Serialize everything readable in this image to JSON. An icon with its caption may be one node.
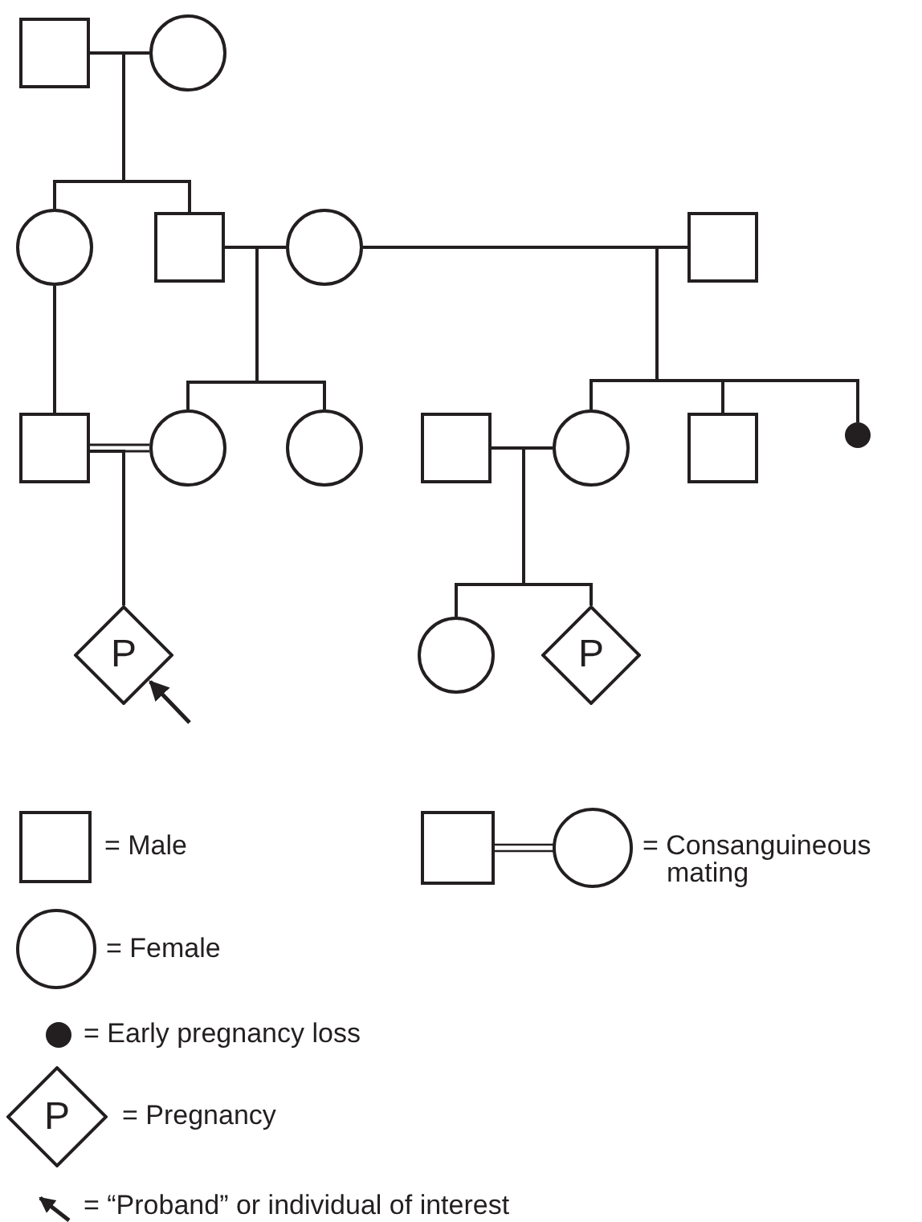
{
  "diagram": {
    "nodes": [
      {
        "text": [],
        "shape": "box"
      },
      {
        "text": [],
        "shape": "circle"
      },
      {
        "text": [],
        "shape": "circle"
      },
      {
        "text": [],
        "shape": "box"
      },
      {
        "text": [],
        "shape": "circle"
      },
      {
        "text": [],
        "shape": "box"
      },
      {
        "text": [],
        "shape": "box"
      },
      {
        "text": [],
        "shape": "circle"
      },
      {
        "text": [],
        "shape": "circle"
      },
      {
        "text": [],
        "shape": "box"
      },
      {
        "text": [],
        "shape": "circle"
      },
      {
        "text": [],
        "shape": "box"
      },
      {
        "text": [],
        "shape": "circle"
      },
      {
        "text": [
          "P"
        ]
      },
      {
        "text": [],
        "shape": "circle"
      },
      {
        "text": [
          "P"
        ]
      }
    ],
    "edges": [
      {
        "from": 0,
        "to": 1,
        "arrow": "none"
      },
      {
        "from": 0,
        "to": 2,
        "arrow": "none"
      },
      {
        "from": 0,
        "to": 3,
        "arrow": "none"
      },
      {
        "from": 3,
        "to": 4,
        "arrow": "none"
      },
      {
        "from": 4,
        "to": 5,
        "arrow": "none"
      },
      {
        "from": 3,
        "to": 7,
        "arrow": "none"
      },
      {
        "from": 3,
        "to": 8,
        "arrow": "none"
      },
      {
        "from": 2,
        "to": 6,
        "arrow": "none"
      },
      {
        "from": 4,
        "to": 10,
        "arrow": "none"
      },
      {
        "from": 4,
        "to": 11,
        "arrow": "none"
      },
      {
        "from": 4,
        "to": 12,
        "arrow": "none"
      },
      {
        "from": 6,
        "to": 7,
        "arrow": "none"
      },
      {
        "from": 6,
        "to": 13,
        "arrow": "none"
      },
      {
        "from": 9,
        "to": 10,
        "arrow": "none"
      },
      {
        "from": 9,
        "to": 14,
        "arrow": "none"
      },
      {
        "from": 9,
        "to": 15,
        "arrow": "none"
      },
      {
        "from": null,
        "to": 13,
        "arrow": "to"
      }
    ],
    "labels": [
      "P"
    ],
    "legend": [
      {
        "text": "= Male"
      },
      {
        "text": "= Consanguineous mating"
      },
      {
        "text": "= Female"
      },
      {
        "text": "= Early pregnancy loss"
      },
      {
        "text": "= Pregnancy"
      },
      {
        "text": "= “Proband” or individual of interest"
      }
    ]
  }
}
